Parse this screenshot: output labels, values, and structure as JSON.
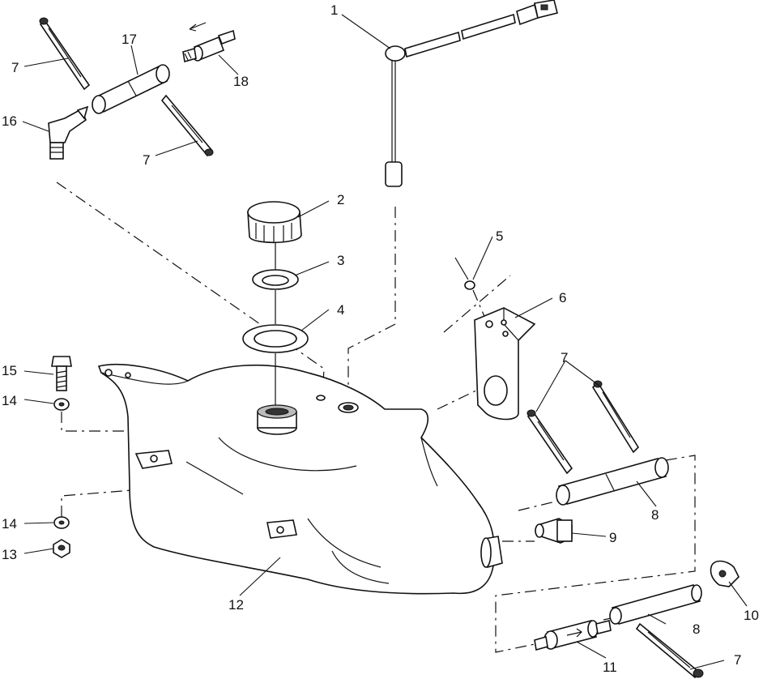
{
  "diagram": {
    "labels": {
      "p1": "1",
      "p2": "2",
      "p3": "3",
      "p4": "4",
      "p5": "5",
      "p6": "6",
      "p7a": "7",
      "p7b": "7",
      "p7c": "7",
      "p7d": "7",
      "p8a": "8",
      "p8b": "8",
      "p9": "9",
      "p10": "10",
      "p11": "11",
      "p12": "12",
      "p13": "13",
      "p14a": "14",
      "p14b": "14",
      "p15": "15",
      "p16": "16",
      "p17": "17",
      "p18": "18"
    }
  }
}
